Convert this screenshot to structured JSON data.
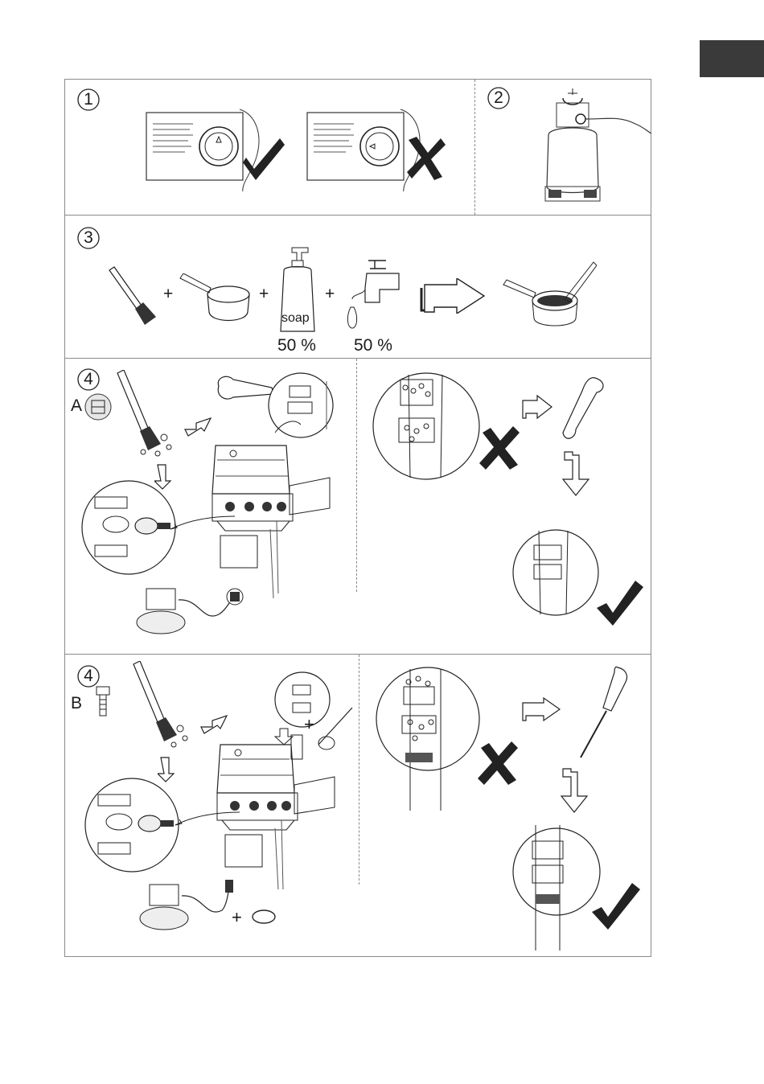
{
  "tab": {
    "color": "#3a3a3a"
  },
  "steps": [
    {
      "number": "1"
    },
    {
      "number": "2"
    },
    {
      "number": "3"
    },
    {
      "number": "4",
      "variant": "A"
    },
    {
      "number": "4",
      "variant": "B"
    }
  ],
  "mixture": {
    "soap_label": "soap",
    "soap_ratio": "50 %",
    "water_ratio": "50 %",
    "plus": "+"
  },
  "icons": {
    "correct": "check-mark-icon",
    "wrong": "x-mark-icon",
    "next": "outline-arrow-icon"
  }
}
